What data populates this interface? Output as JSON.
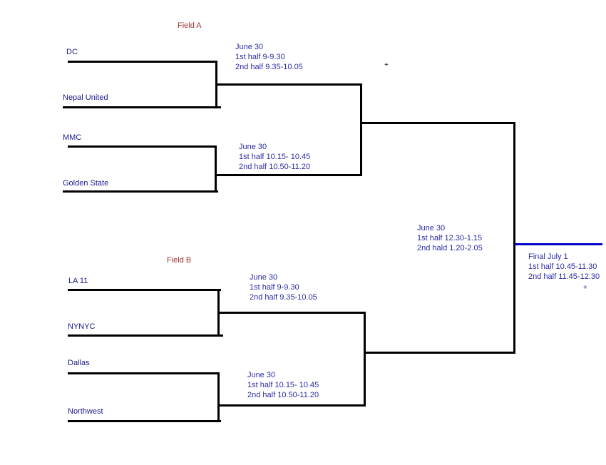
{
  "labels": {
    "field_a": "Field A",
    "field_b": "Field B"
  },
  "teams": {
    "dc": "DC",
    "nepal": "Nepal United",
    "mmc": "MMC",
    "golden": "Golden State",
    "la11": "LA 11",
    "nynyc": "NYNYC",
    "dallas": "Dallas",
    "northwest": "Northwest"
  },
  "schedules": {
    "a1": {
      "line1": "June 30",
      "line2": "1st half 9-9.30",
      "line3": "2nd half 9.35-10.05"
    },
    "a2": {
      "line1": "June 30",
      "line2": "1st half 10.15- 10.45",
      "line3": "2nd half 10.50-11.20"
    },
    "b1": {
      "line1": "June 30",
      "line2": "1st half 9-9.30",
      "line3": "2nd half 9.35-10.05"
    },
    "b2": {
      "line1": "June 30",
      "line2": "1st half 10.15- 10.45",
      "line3": "2nd half 10.50-11.20"
    },
    "semifinal": {
      "line1": "June 30",
      "line2": "1st half 12.30-1.15",
      "line3": "2nd hald 1.20-2.05"
    },
    "final": {
      "line1": "Final July 1",
      "line2": "1st half 10.45-11.30",
      "line3": "2nd half 11.45-12.30"
    }
  },
  "markers": {
    "plus": "+"
  },
  "colors": {
    "team_text": "#1a1a8c",
    "schedule_text": "#2b2ba6",
    "field_label_text": "#a03333",
    "bracket_line": "#000000",
    "final_line": "#0000cc",
    "background": "#ffffff"
  }
}
